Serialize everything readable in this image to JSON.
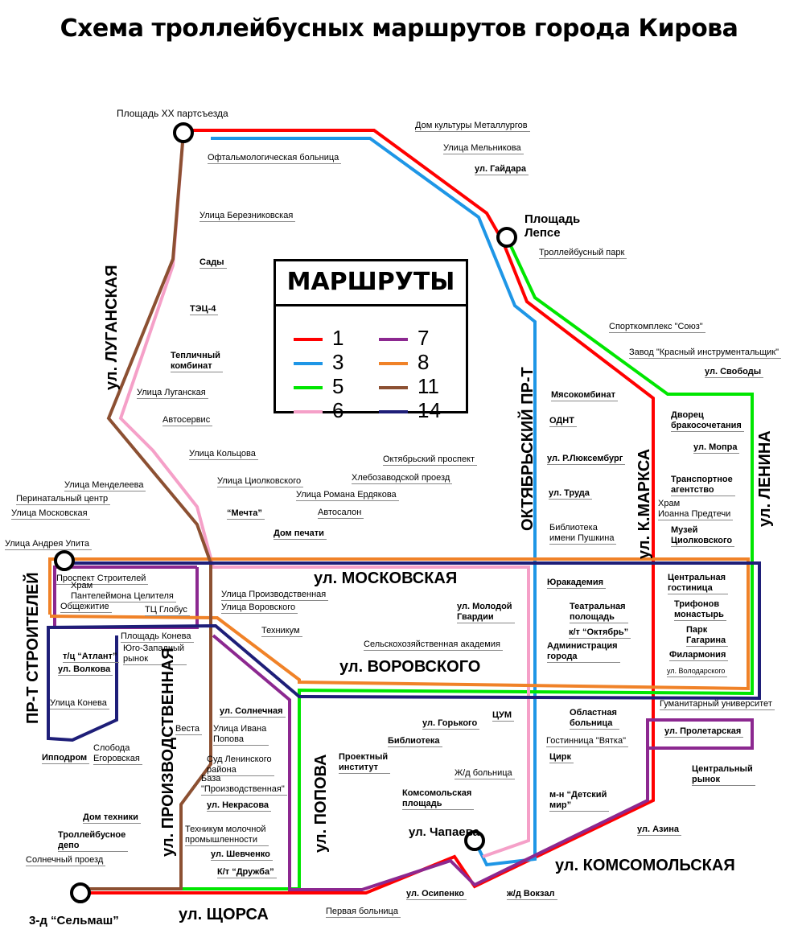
{
  "title": "Схема троллейбусных маршрутов города Кирова",
  "legend": {
    "title": "МАРШРУТЫ",
    "routes": [
      {
        "num": "1",
        "color": "#ff0000"
      },
      {
        "num": "3",
        "color": "#1e96e6"
      },
      {
        "num": "5",
        "color": "#00e600"
      },
      {
        "num": "6",
        "color": "#f5a0c8"
      },
      {
        "num": "7",
        "color": "#8c2890"
      },
      {
        "num": "8",
        "color": "#f08228"
      },
      {
        "num": "11",
        "color": "#8c5032"
      },
      {
        "num": "14",
        "color": "#1e1e78"
      }
    ]
  },
  "streets": [
    "ул. ЛУГАНСКАЯ",
    "ОКТЯБРЬСКИЙ  ПР-Т",
    "ул. К.МАРКСА",
    "ул. ЛЕНИНА",
    "ул. МОСКОВСКАЯ",
    "ул. ВОРОВСКОГО",
    "ПР-Т  СТРОИТЕЛЕЙ",
    "ул. ПРОИЗВОДСТВЕННАЯ",
    "ул. ПОПОВА",
    "ул. КОМСОМОЛЬСКАЯ",
    "ул. ЩОРСА"
  ],
  "stops": [
    "Площадь XX партсъезда",
    "Офтальмологическая больница",
    "Дом культуры Металлургов",
    "Улица Мельникова",
    "ул. Гайдара",
    "Площадь\nЛепсе",
    "Улица Березниковская",
    "Сады",
    "Троллейбусный парк",
    "ТЭЦ-4",
    "Спорткомплекс \"Союз\"",
    "Завод \"Красный инструментальщик\"",
    "Тепличный\nкомбинат",
    "ул. Свободы",
    "Мясокомбинат",
    "Улица Луганская",
    "Автосервис",
    "Дворец\nбракосочетания",
    "ОДНТ",
    "ул. Мопра",
    "Улица Кольцова",
    "ул. Р.Люксембург",
    "Октябрьский проспект",
    "Хлебозаводской проезд",
    "Улица Циолковского",
    "Транспортное\nагентство",
    "Улица Менделеева",
    "Улица Романа Ердякова",
    "ул. Труда",
    "Перинатальный центр",
    "Храм\nИоанна Предтечи",
    "Улица Московская",
    "“Мечта”",
    "Автосалон",
    "Библиотека\nимени Пушкина",
    "Музей\nЦиолковского",
    "Дом печати",
    "Улица Андрея Упита",
    "Проспект Строителей",
    "Храм\nПантелеймона Целителя",
    "Общежитие",
    "ТЦ Глобус",
    "Улица Производственная",
    "Улица Воровского",
    "Техникум",
    "Площадь Конева",
    "Юго-Западный\nрынок",
    "т/ц “Атлант”",
    "ул. Волкова",
    "Улица Конева",
    "Слобода\nЕгоровская",
    "Ипподром",
    "Юракадемия",
    "Театральная\nполощадь",
    "к/т “Октябрь”",
    "Администрация\nгорода",
    "Центральная\nгостиница",
    "Трифонов\nмонастырь",
    "Парк\nГагарина",
    "Филармония",
    "ул. Володарского",
    "ул. Молодой\nГвардии",
    "Сельскохозяйственная академия",
    "ул. Солнечная",
    "Улица Ивана\nПопова",
    "Веста",
    "Суд Ленинского\nрайона",
    "База\n\"Производственная\"",
    "ул. Некрасова",
    "Техникум молочной\nпромышленности",
    "ул. Шевченко",
    "К/т “Дружба”",
    "Дом техники",
    "Троллейбусное\nдепо",
    "Солнечный проезд",
    "Проектный\nинститут",
    "Библиотека",
    "ул. Горького",
    "ЦУМ",
    "Ж/д больница",
    "Комсомольская\nплощадь",
    "Областная\nбольница",
    "Гостинница \"Вятка\"",
    "Цирк",
    "Гуманитарный университет",
    "ул. Пролетарская",
    "Центральный\nрынок",
    "м-н “Детский\nмир”",
    "ул. Азина",
    "ул. Чапаева",
    "ул. Осипенко",
    "ж/д Вокзал",
    "Первая больница",
    "3-д “Сельмаш”"
  ]
}
